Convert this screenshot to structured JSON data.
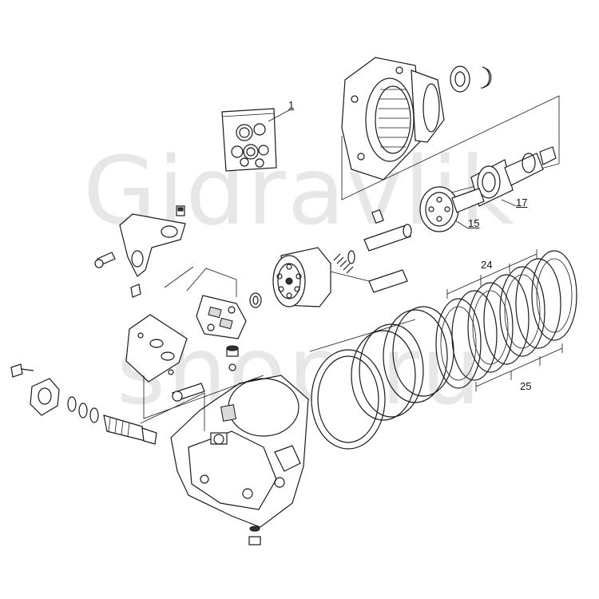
{
  "watermark": {
    "line1": "Gidravlik",
    "line2": "shop.ru"
  },
  "callouts": {
    "c1": "1",
    "c15": "15",
    "c17": "17",
    "c24": "24",
    "c25": "25"
  }
}
